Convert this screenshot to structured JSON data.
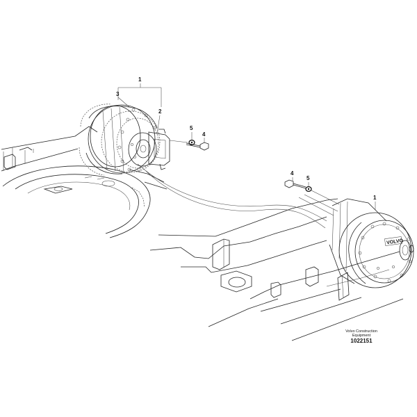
{
  "callouts": {
    "left_assembly": {
      "parent": "1",
      "motor": "3",
      "sub": "2",
      "washer": "5",
      "bolt": "4"
    },
    "right_assembly": {
      "bolt": "4",
      "washer": "5",
      "motor": "1"
    }
  },
  "nameplate": "VOLVO",
  "credit": {
    "company_line1": "Volvo Construction",
    "company_line2": "Equipment",
    "drawing_number": "1022151"
  },
  "colors": {
    "line": "#222222",
    "background": "#ffffff"
  }
}
